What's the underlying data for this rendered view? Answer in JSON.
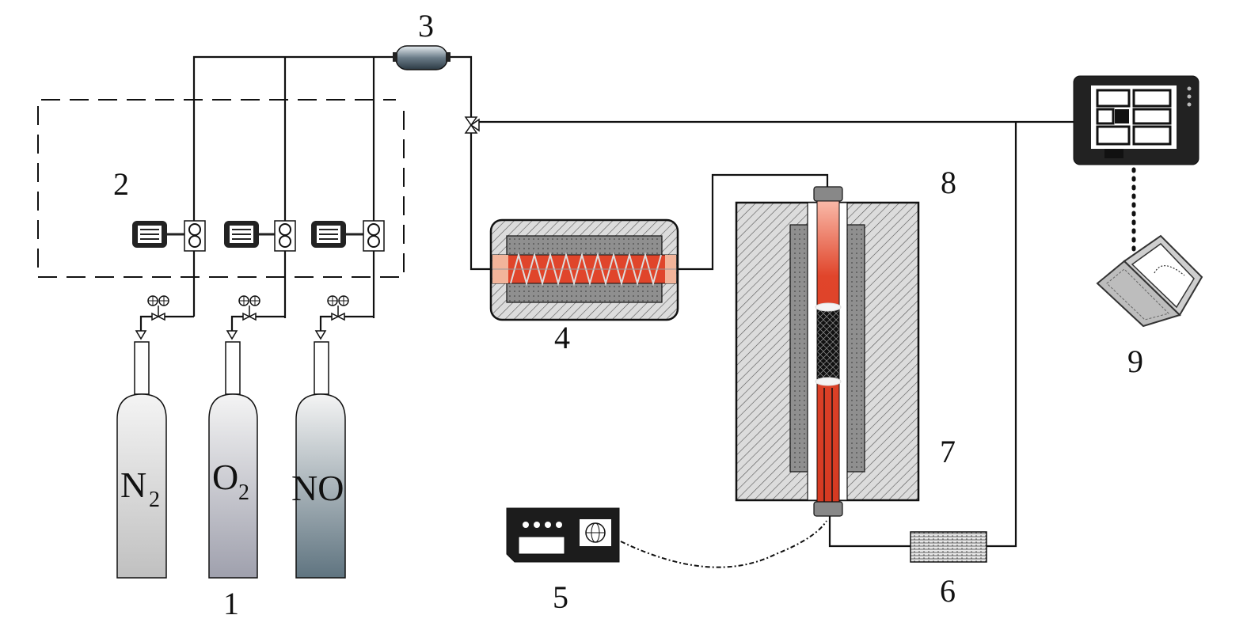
{
  "labels": {
    "gas_cylinders": "1",
    "flow_controller_box": "2",
    "mixer": "3",
    "preheater": "4",
    "temperature_controller": "5",
    "condenser": "6",
    "furnace": "7",
    "reactor_tube": "8",
    "analyzer": "9"
  },
  "gases": [
    {
      "main": "N",
      "sub": "2",
      "color_top": "#f4f4f4",
      "color_bottom": "#c0c0c0"
    },
    {
      "main": "O",
      "sub": "2",
      "color_top": "#f4f4f4",
      "color_bottom": "#9fa0ad"
    },
    {
      "main": "NO",
      "sub": "",
      "color_top": "#f4f4f4",
      "color_bottom": "#5f7480"
    }
  ],
  "colors": {
    "heater": "#e0452b",
    "furnace_hatch": "#d9d9d9",
    "line": "#111111"
  }
}
